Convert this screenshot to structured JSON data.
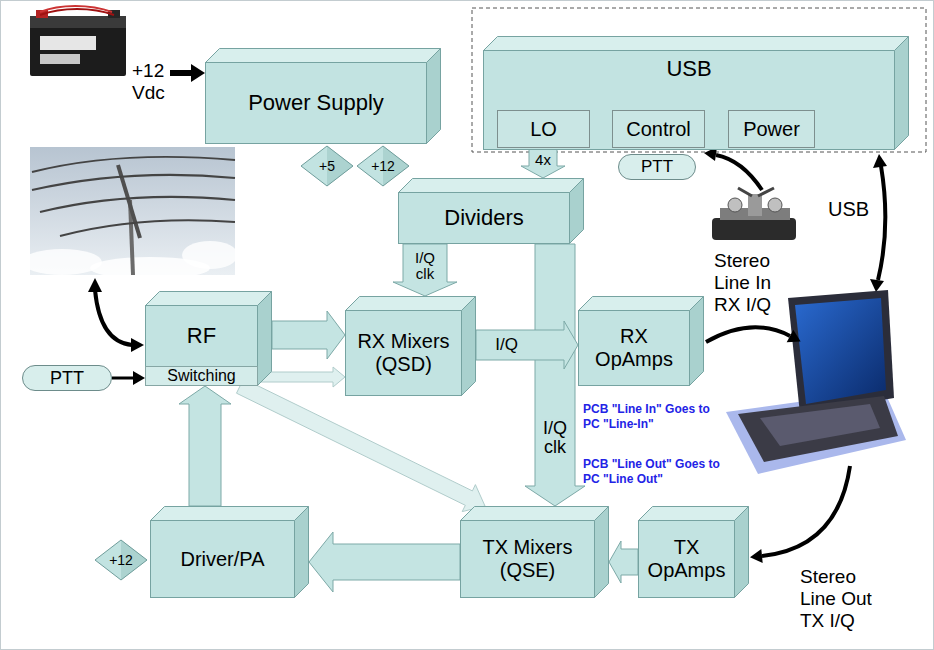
{
  "diagram": {
    "nodes": [
      {
        "text": [
          "Power Supply"
        ]
      },
      {
        "text": [
          "USB"
        ]
      },
      {
        "text": [
          "LO"
        ],
        "in": 1
      },
      {
        "text": [
          "Control"
        ],
        "in": 1
      },
      {
        "text": [
          "Power"
        ],
        "in": 1
      },
      {
        "text": [
          "+5"
        ]
      },
      {
        "text": [
          "+12"
        ]
      },
      {
        "text": [
          "PTT"
        ]
      },
      {
        "text": [
          "Dividers"
        ]
      },
      {
        "text": [
          "RF"
        ]
      },
      {
        "text": [
          "Switching"
        ],
        "in": 9
      },
      {
        "text": [
          "PTT"
        ]
      },
      {
        "text": [
          "RX Mixers (QSD)"
        ]
      },
      {
        "text": [
          "RX OpAmps"
        ]
      },
      {
        "text": [
          "TX Mixers (QSE)"
        ]
      },
      {
        "text": [
          "TX OpAmps"
        ]
      },
      {
        "text": [
          "+12"
        ]
      },
      {
        "text": [
          "Driver/PA"
        ]
      }
    ],
    "edges": [
      {
        "from": 2,
        "to": 8,
        "arrow": "to",
        "label": "4x"
      },
      {
        "from": 8,
        "to": 12,
        "arrow": "to",
        "label": "I/Q clk"
      },
      {
        "from": 8,
        "to": 14,
        "arrow": "to",
        "label": "I/Q clk"
      },
      {
        "from": 9,
        "to": 12,
        "arrow": "to"
      },
      {
        "from": 10,
        "to": 12,
        "arrow": "to"
      },
      {
        "from": 12,
        "to": 13,
        "arrow": "to",
        "label": "I/Q"
      },
      {
        "from": 11,
        "to": 10,
        "arrow": "to"
      },
      {
        "from": 10,
        "to": 14,
        "arrow": "to"
      },
      {
        "from": 17,
        "to": 9,
        "arrow": "to"
      },
      {
        "from": 15,
        "to": 14,
        "arrow": "to"
      },
      {
        "from": 14,
        "to": 17,
        "arrow": "to"
      }
    ],
    "labels": [
      "+12 Vdc",
      "USB",
      "Stereo Line In RX I/Q",
      "PCB \"Line In\" Goes to PC \"Line-In\"",
      "PCB \"Line Out\" Goes to PC \"Line Out\"",
      "Stereo Line Out TX I/Q"
    ]
  }
}
